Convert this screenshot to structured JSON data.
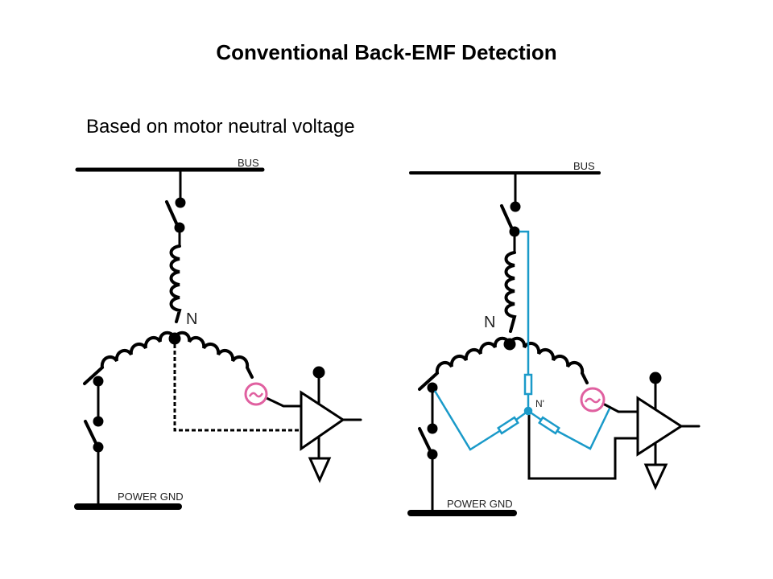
{
  "title": "Conventional Back-EMF Detection",
  "subtitle": "Based on motor neutral voltage",
  "colors": {
    "wire": "#000000",
    "sensing_network": "#1a9ac9",
    "emf_source": "#e060a0"
  },
  "left_circuit": {
    "bus_label": "BUS",
    "neutral_label": "N",
    "ground_label": "POWER GND",
    "connection_style": "dashed neutral tap to comparator"
  },
  "right_circuit": {
    "bus_label": "BUS",
    "neutral_label": "N",
    "virtual_neutral_label": "N'",
    "ground_label": "POWER GND",
    "connection_style": "resistor network virtual neutral to comparator"
  }
}
